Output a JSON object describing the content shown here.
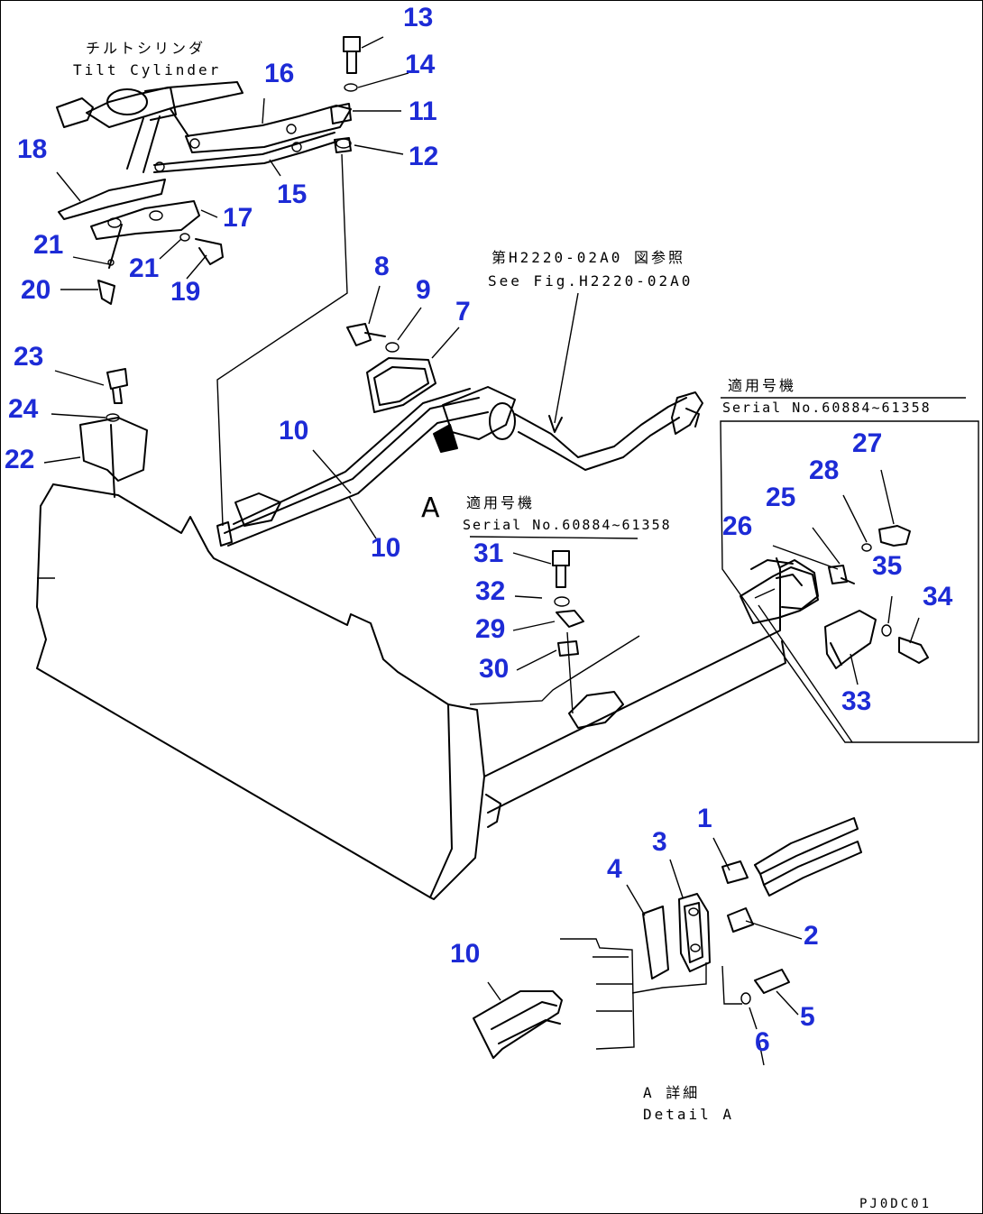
{
  "labels": {
    "tilt_cylinder_jp": "チルトシリンダ",
    "tilt_cylinder_en": "Tilt Cylinder",
    "see_fig_jp": "第H2220-02A0 図参照",
    "see_fig_en": "See Fig.H2220-02A0",
    "serial_top_jp": "適用号機",
    "serial_top_en": "Serial No.60884~61358",
    "serial_mid_jp": "適用号機",
    "serial_mid_en": "Serial No.60884~61358",
    "detail_marker": "A",
    "detail_jp": "A 詳細",
    "detail_en": "Detail A",
    "drawing_code": "PJ0DC01"
  },
  "callouts": [
    {
      "id": "13",
      "text": "13"
    },
    {
      "id": "14",
      "text": "14"
    },
    {
      "id": "16",
      "text": "16"
    },
    {
      "id": "11",
      "text": "11"
    },
    {
      "id": "18",
      "text": "18"
    },
    {
      "id": "12",
      "text": "12"
    },
    {
      "id": "15",
      "text": "15"
    },
    {
      "id": "17",
      "text": "17"
    },
    {
      "id": "21a",
      "text": "21"
    },
    {
      "id": "21b",
      "text": "21"
    },
    {
      "id": "20",
      "text": "20"
    },
    {
      "id": "19",
      "text": "19"
    },
    {
      "id": "8",
      "text": "8"
    },
    {
      "id": "9",
      "text": "9"
    },
    {
      "id": "7",
      "text": "7"
    },
    {
      "id": "23",
      "text": "23"
    },
    {
      "id": "24",
      "text": "24"
    },
    {
      "id": "22",
      "text": "22"
    },
    {
      "id": "10a",
      "text": "10"
    },
    {
      "id": "10b",
      "text": "10"
    },
    {
      "id": "27",
      "text": "27"
    },
    {
      "id": "28",
      "text": "28"
    },
    {
      "id": "25",
      "text": "25"
    },
    {
      "id": "26",
      "text": "26"
    },
    {
      "id": "35",
      "text": "35"
    },
    {
      "id": "34",
      "text": "34"
    },
    {
      "id": "33",
      "text": "33"
    },
    {
      "id": "31",
      "text": "31"
    },
    {
      "id": "32",
      "text": "32"
    },
    {
      "id": "29",
      "text": "29"
    },
    {
      "id": "30",
      "text": "30"
    },
    {
      "id": "1",
      "text": "1"
    },
    {
      "id": "3",
      "text": "3"
    },
    {
      "id": "4",
      "text": "4"
    },
    {
      "id": "2",
      "text": "2"
    },
    {
      "id": "10c",
      "text": "10"
    },
    {
      "id": "5",
      "text": "5"
    },
    {
      "id": "6",
      "text": "6"
    }
  ],
  "colors": {
    "callout": "#1d2bd6",
    "line": "#000000",
    "background": "#ffffff"
  }
}
